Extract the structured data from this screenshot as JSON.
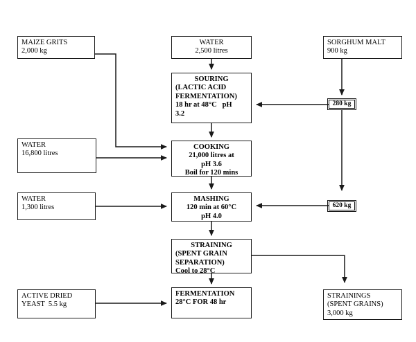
{
  "diagram": {
    "title": "Opaque beer brewing process flow diagram",
    "type": "process-flowchart",
    "line_color": "#1a1a1a",
    "background_color": "#ffffff",
    "nodes": [
      {
        "id": "maize-grits",
        "lines": [
          "MAIZE GRITS",
          "2,000 kg"
        ],
        "style": "plain",
        "align": "left"
      },
      {
        "id": "water-top",
        "lines": [
          "WATER",
          "2,500 litres"
        ],
        "style": "plain",
        "align": "center"
      },
      {
        "id": "sorghum-malt",
        "lines": [
          "SORGHUM MALT",
          "900 kg"
        ],
        "style": "plain",
        "align": "left"
      },
      {
        "id": "souring",
        "lines": [
          "SOURING",
          "(LACTIC ACID",
          "FERMENTATION)",
          "18 hr at 48°C   pH",
          "3.2"
        ],
        "style": "bold",
        "align": "left",
        "first_line_center": true
      },
      {
        "id": "water-cooking",
        "lines": [
          "WATER",
          "16,800 litres"
        ],
        "style": "plain",
        "align": "left"
      },
      {
        "id": "cooking",
        "lines": [
          "COOKING",
          "21,000 litres at",
          "pH 3.6",
          "Boil for 120 mins"
        ],
        "style": "bold",
        "align": "center"
      },
      {
        "id": "water-mashing",
        "lines": [
          "WATER",
          "1,300 litres"
        ],
        "style": "plain",
        "align": "left"
      },
      {
        "id": "mashing",
        "lines": [
          "MASHING",
          "120 min at 60°C",
          "pH 4.0"
        ],
        "style": "bold",
        "align": "center"
      },
      {
        "id": "straining",
        "lines": [
          "STRAINING",
          "(SPENT GRAIN",
          "SEPARATION)",
          "Cool to 28°C"
        ],
        "style": "bold",
        "align": "left",
        "first_line_center": true
      },
      {
        "id": "active-dried-yeast",
        "lines": [
          "ACTIVE DRIED",
          "YEAST  5.5 kg"
        ],
        "style": "plain",
        "align": "left"
      },
      {
        "id": "fermentation",
        "lines": [
          "FERMENTATION",
          "28°C FOR 48 hr"
        ],
        "style": "bold",
        "align": "left"
      },
      {
        "id": "strainings",
        "lines": [
          "STRAININGS",
          "(SPENT GRAINS)",
          "3,000 kg"
        ],
        "style": "plain",
        "align": "left"
      }
    ],
    "quantity_tags": [
      {
        "id": "malt-to-souring",
        "label": "280 kg"
      },
      {
        "id": "malt-to-mashing",
        "label": "620 kg"
      }
    ]
  }
}
